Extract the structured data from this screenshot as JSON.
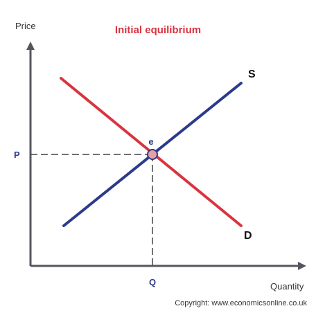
{
  "diagram": {
    "title": "Initial equilibrium",
    "y_axis_label": "Price",
    "x_axis_label": "Quantity",
    "supply_label": "S",
    "demand_label": "D",
    "equilibrium_label": "e",
    "price_tick_label": "P",
    "quantity_tick_label": "Q",
    "copyright": "Copyright: www.economicsonline.co.uk"
  },
  "colors": {
    "title": "#d9343f",
    "supply": "#2c3a8c",
    "demand": "#d9343f",
    "axis": "#555560",
    "tick_labels": "#2c3a8c",
    "equilibrium_label": "#2c3a8c",
    "equilibrium_dot_fill": "#e8a0a0",
    "equilibrium_dot_stroke": "#2c3a8c",
    "guide_lines": "#444444"
  }
}
